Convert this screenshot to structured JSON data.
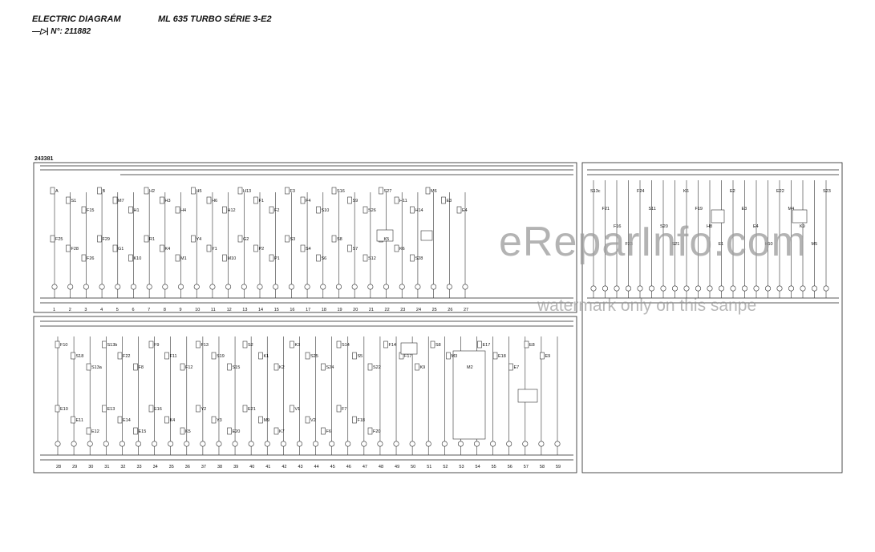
{
  "header": {
    "title": "ELECTRIC DIAGRAM",
    "model": "ML 635 TURBO SÉRIE 3-E2",
    "reference": "N°: 211882"
  },
  "diagram_number": "243381",
  "watermark": {
    "line1": "eReparInfo.com",
    "line2": "watermark only on this sanpe"
  },
  "upper_left": {
    "terminals": [
      "1",
      "2",
      "3",
      "4",
      "5",
      "6",
      "7",
      "8",
      "9",
      "10",
      "11",
      "12",
      "13",
      "14",
      "15",
      "16",
      "17",
      "18",
      "19",
      "20",
      "21",
      "22",
      "23",
      "24",
      "25",
      "26",
      "27"
    ],
    "components": [
      "A",
      "S1",
      "F15",
      "B",
      "M7",
      "H1",
      "H2",
      "H3",
      "H4",
      "H5",
      "H6",
      "H12",
      "H13",
      "F1",
      "F2",
      "F3",
      "F4",
      "S10",
      "S16",
      "S9",
      "S26",
      "S27",
      "H11",
      "H14",
      "M6",
      "E3",
      "E4",
      "F25",
      "F28",
      "F26",
      "F29",
      "G1",
      "K10",
      "R1",
      "K4",
      "M1",
      "Y4",
      "Y1",
      "M10",
      "G2",
      "P2",
      "P1",
      "S3",
      "S4",
      "S6",
      "S8",
      "S7",
      "S12",
      "K5",
      "K6",
      "S28"
    ]
  },
  "upper_right": {
    "components": [
      "S13c",
      "F21",
      "F16",
      "F23",
      "F24",
      "S11",
      "S20",
      "S21",
      "K6",
      "F19",
      "H8",
      "E1",
      "E2",
      "E3",
      "E4",
      "H10",
      "E22",
      "M4",
      "K9",
      "M5",
      "S23"
    ]
  },
  "lower": {
    "terminals": [
      "28",
      "29",
      "30",
      "31",
      "32",
      "33",
      "34",
      "35",
      "36",
      "37",
      "38",
      "39",
      "40",
      "41",
      "42",
      "43",
      "44",
      "45",
      "46",
      "47",
      "48",
      "49",
      "50",
      "51",
      "52",
      "53",
      "54",
      "55",
      "56",
      "57",
      "58",
      "59"
    ],
    "components": [
      "F10",
      "S18",
      "S13a",
      "S13b",
      "F22",
      "F8",
      "F9",
      "F11",
      "F12",
      "F13",
      "S19",
      "S15",
      "S2",
      "K1",
      "K2",
      "K3",
      "S25",
      "S24",
      "S14",
      "S5",
      "S22",
      "F14",
      "F17",
      "K9",
      "S8",
      "M3",
      "M2",
      "E17",
      "E18",
      "E7",
      "E8",
      "E9",
      "E10",
      "E11",
      "E12",
      "E13",
      "E14",
      "E15",
      "E16",
      "K4",
      "K5",
      "Y2",
      "Y3",
      "E20",
      "E21",
      "M9",
      "K7",
      "V1",
      "V2",
      "F6",
      "F7",
      "F18",
      "F20"
    ]
  }
}
